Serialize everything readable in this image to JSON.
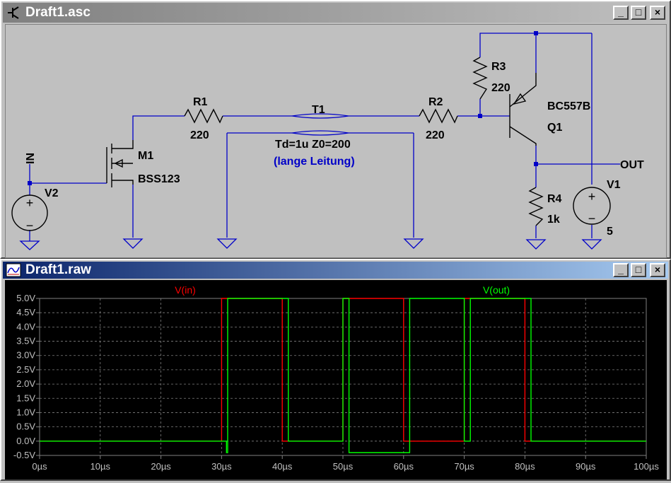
{
  "schematic_window": {
    "title": "Draft1.asc",
    "minimize": "_",
    "maximize": "□",
    "close": "×",
    "icon": "schematic-icon",
    "labels": {
      "in": "IN",
      "v2": "V2",
      "m1": "M1",
      "m1_model": "BSS123",
      "r1": "R1",
      "r1_val": "220",
      "t1": "T1",
      "t1_params": "Td=1u Z0=200",
      "t1_note": "(lange Leitung)",
      "r2": "R2",
      "r2_val": "220",
      "r3": "R3",
      "r3_val": "220",
      "q1_model": "BC557B",
      "q1": "Q1",
      "out": "OUT",
      "r4": "R4",
      "r4_val": "1k",
      "v1": "V1",
      "v1_val": "5"
    },
    "colors": {
      "wire": "#0000c8",
      "component": "#000000",
      "note": "#0000c8",
      "background": "#c0c0c0"
    }
  },
  "waveform_window": {
    "title": "Draft1.raw",
    "minimize": "_",
    "maximize": "□",
    "close": "×",
    "icon": "waveform-icon"
  },
  "chart_data": {
    "type": "line",
    "xlim": [
      0,
      100
    ],
    "ylim": [
      -0.5,
      5.0
    ],
    "x_ticks": [
      "0µs",
      "10µs",
      "20µs",
      "30µs",
      "40µs",
      "50µs",
      "60µs",
      "70µs",
      "80µs",
      "90µs",
      "100µs"
    ],
    "y_ticks": [
      "5.0V",
      "4.5V",
      "4.0V",
      "3.5V",
      "3.0V",
      "2.5V",
      "2.0V",
      "1.5V",
      "1.0V",
      "0.5V",
      "0.0V",
      "-0.5V"
    ],
    "grid": true,
    "legend": "top",
    "series": [
      {
        "name": "V(in)",
        "color": "#ff0000",
        "x": [
          0,
          30,
          30,
          40,
          40,
          50,
          50,
          60,
          60,
          70,
          70,
          80,
          80,
          100
        ],
        "y": [
          0,
          0,
          5,
          5,
          0,
          0,
          5,
          5,
          0,
          0,
          5,
          5,
          0,
          0
        ]
      },
      {
        "name": "V(out)",
        "color": "#00ff00",
        "x": [
          0,
          30.8,
          30.8,
          31,
          31,
          41,
          41,
          50,
          50,
          51,
          51,
          61,
          61,
          70,
          70,
          71,
          71,
          81,
          81,
          100
        ],
        "y": [
          0,
          0,
          -0.4,
          -0.4,
          5,
          5,
          0,
          0,
          5,
          5,
          -0.4,
          -0.4,
          5,
          5,
          0,
          0,
          5,
          5,
          0,
          0
        ]
      }
    ]
  }
}
